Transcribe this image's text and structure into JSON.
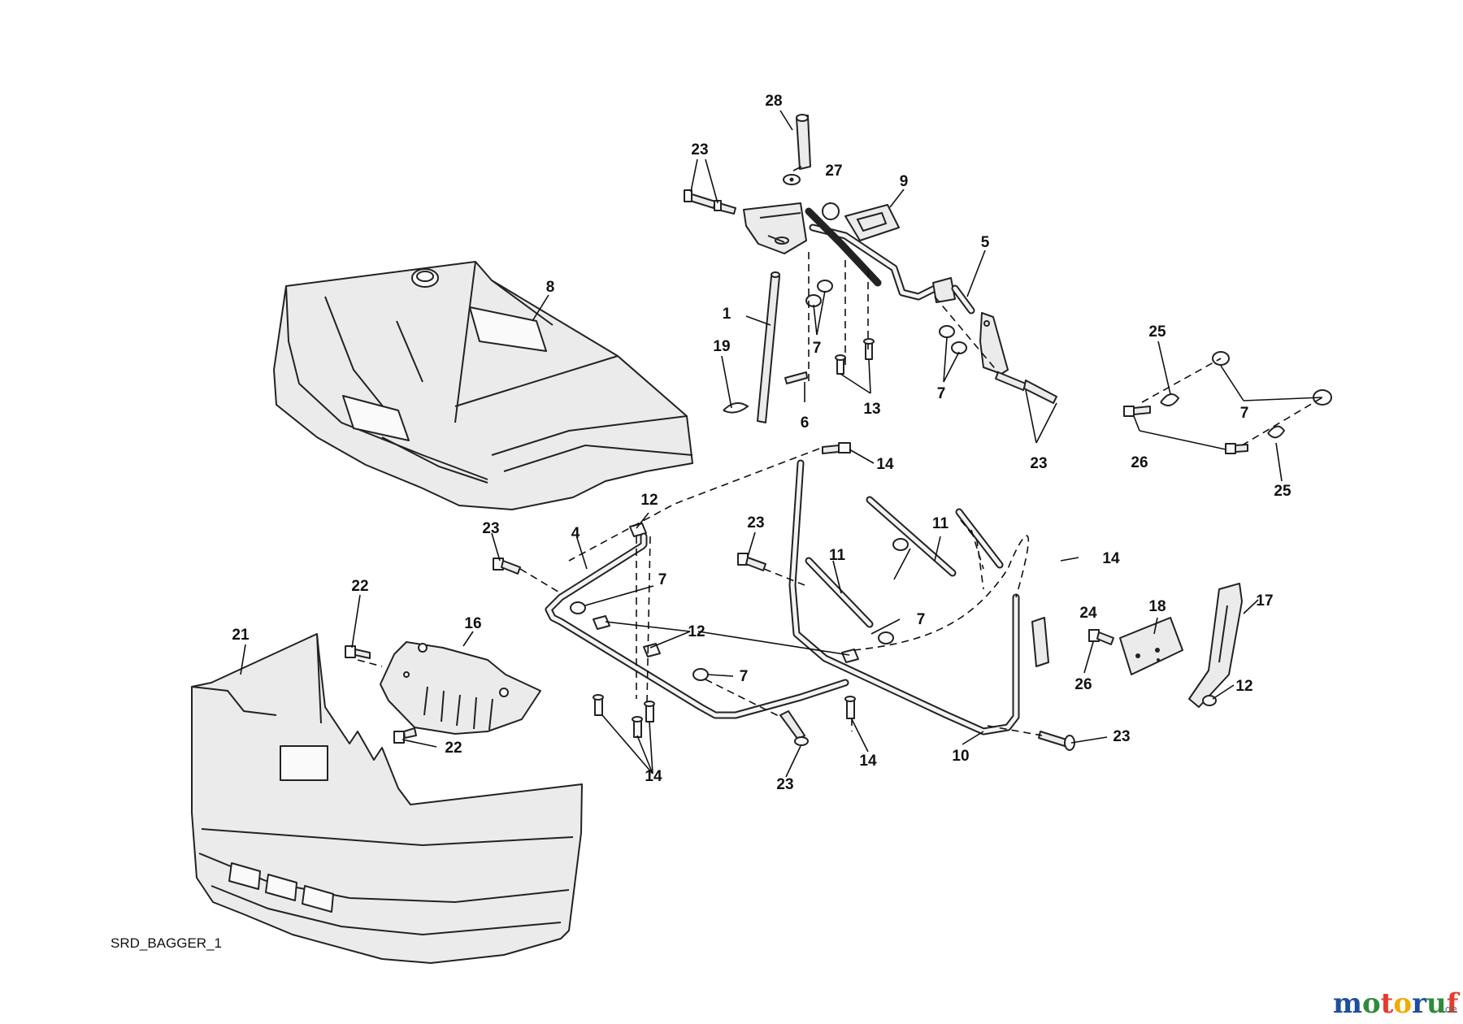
{
  "diagram": {
    "code": "SRD_BAGGER_1",
    "watermark": {
      "text": "motoruf",
      "suffix": ".de",
      "colors": [
        "#1f4e9c",
        "#2e8b3a",
        "#e63b2e",
        "#f2a900",
        "#1f4e9c",
        "#2e8b3a",
        "#e63b2e"
      ]
    },
    "callouts": [
      {
        "id": "c28",
        "text": "28"
      },
      {
        "id": "c27",
        "text": "27"
      },
      {
        "id": "c23a",
        "text": "23"
      },
      {
        "id": "c9",
        "text": "9"
      },
      {
        "id": "c8",
        "text": "8"
      },
      {
        "id": "c5",
        "text": "5"
      },
      {
        "id": "c1",
        "text": "1"
      },
      {
        "id": "c19",
        "text": "19"
      },
      {
        "id": "c7a",
        "text": "7"
      },
      {
        "id": "c6",
        "text": "6"
      },
      {
        "id": "c13",
        "text": "13"
      },
      {
        "id": "c7b",
        "text": "7"
      },
      {
        "id": "c23b",
        "text": "23"
      },
      {
        "id": "c25a",
        "text": "25"
      },
      {
        "id": "c7c",
        "text": "7"
      },
      {
        "id": "c26a",
        "text": "26"
      },
      {
        "id": "c25b",
        "text": "25"
      },
      {
        "id": "c14a",
        "text": "14"
      },
      {
        "id": "c12a",
        "text": "12"
      },
      {
        "id": "c23c",
        "text": "23"
      },
      {
        "id": "c4",
        "text": "4"
      },
      {
        "id": "c23d",
        "text": "23"
      },
      {
        "id": "c11a",
        "text": "11"
      },
      {
        "id": "c11b",
        "text": "11"
      },
      {
        "id": "c14b",
        "text": "14"
      },
      {
        "id": "c7d",
        "text": "7"
      },
      {
        "id": "c7e",
        "text": "7"
      },
      {
        "id": "c12b",
        "text": "12"
      },
      {
        "id": "c24",
        "text": "24"
      },
      {
        "id": "c18",
        "text": "18"
      },
      {
        "id": "c17",
        "text": "17"
      },
      {
        "id": "c22a",
        "text": "22"
      },
      {
        "id": "c16",
        "text": "16"
      },
      {
        "id": "c21",
        "text": "21"
      },
      {
        "id": "c22b",
        "text": "22"
      },
      {
        "id": "c7f",
        "text": "7"
      },
      {
        "id": "c26b",
        "text": "26"
      },
      {
        "id": "c12c",
        "text": "12"
      },
      {
        "id": "c14c",
        "text": "14"
      },
      {
        "id": "c23e",
        "text": "23"
      },
      {
        "id": "c14d",
        "text": "14"
      },
      {
        "id": "c10",
        "text": "10"
      },
      {
        "id": "c23f",
        "text": "23"
      }
    ]
  }
}
